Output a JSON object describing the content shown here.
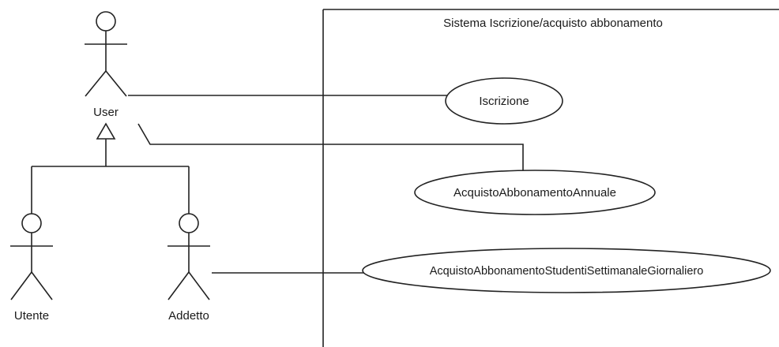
{
  "system": {
    "title": "Sistema Iscrizione/acquisto abbonamento"
  },
  "actors": {
    "user": "User",
    "utente": "Utente",
    "addetto": "Addetto"
  },
  "use_cases": {
    "iscrizione": "Iscrizione",
    "annuale": "AcquistoAbbonamentoAnnuale",
    "studenti": "AcquistoAbbonamentoStudentiSettimanaleGiornaliero"
  }
}
